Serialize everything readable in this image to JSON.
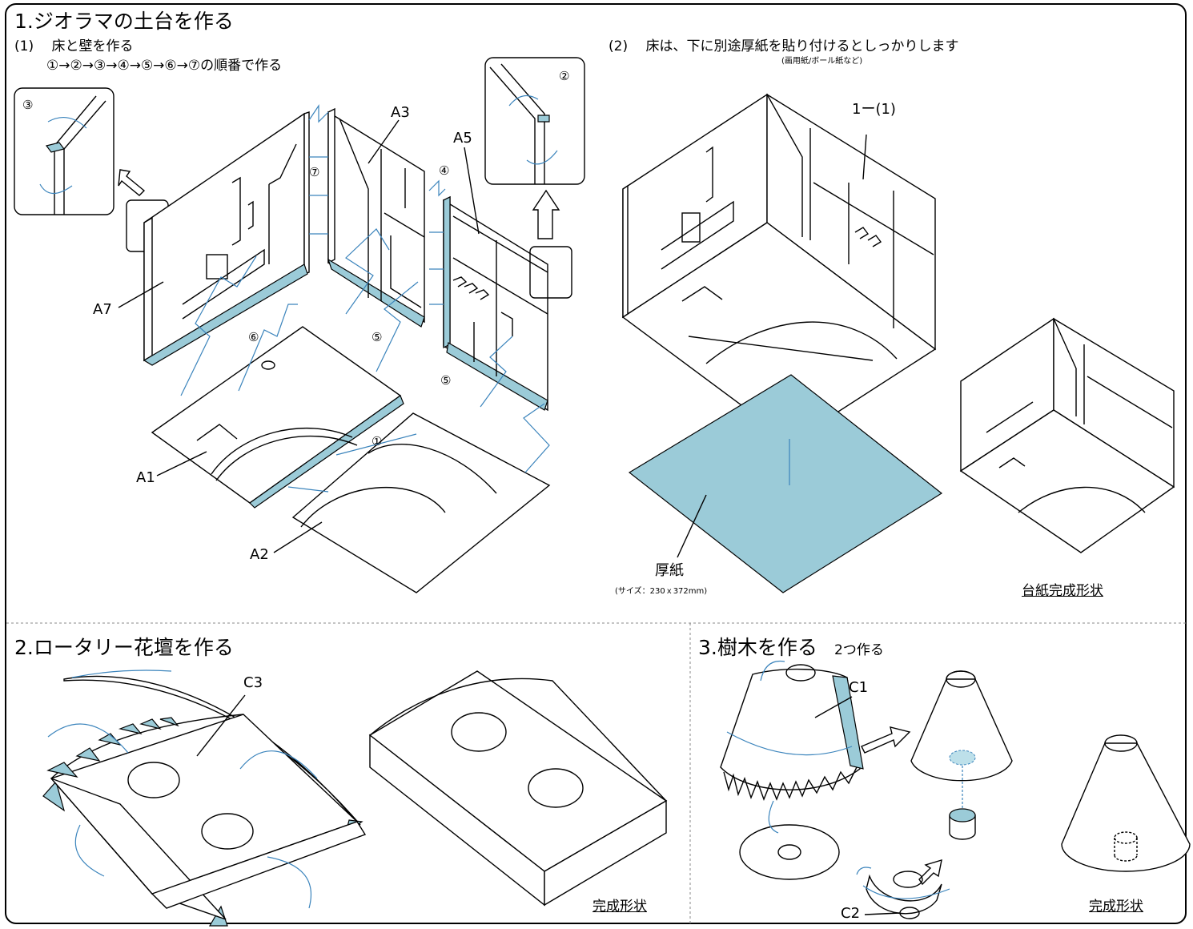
{
  "sections": {
    "s1": {
      "title": "1.ジオラマの土台を作る",
      "sub1": "(1)　 床と壁を作る",
      "order": "①→②→③→④→⑤→⑥→⑦の順番で作る",
      "sub2": "(2)　 床は、下に別途厚紙を貼り付けるとしっかりします",
      "sub2_note": "(画用紙/ボール紙など)",
      "part_ref": "1ー(1)",
      "board_label": "厚紙",
      "board_size": "(サイズ：230ｘ372mm)",
      "done_label": "台紙完成形状"
    },
    "s2": {
      "title": "2.ロータリー花壇を作る",
      "done_label": "完成形状"
    },
    "s3": {
      "title": "3.樹木を作る",
      "title_note": "2つ作る",
      "done_label": "完成形状"
    }
  },
  "parts": {
    "a1": "A1",
    "a2": "A2",
    "a3": "A3",
    "a5": "A5",
    "a7": "A7",
    "c1": "C1",
    "c2": "C2",
    "c3": "C3"
  },
  "steps": {
    "s1": "①",
    "s2": "②",
    "s3": "③",
    "s4": "④",
    "s5a": "⑤",
    "s5b": "⑤",
    "s6": "⑥",
    "s7": "⑦"
  },
  "colors": {
    "glue_tab": "#9bcbd8",
    "arrow": "#3b84bc",
    "outline": "#000000"
  }
}
